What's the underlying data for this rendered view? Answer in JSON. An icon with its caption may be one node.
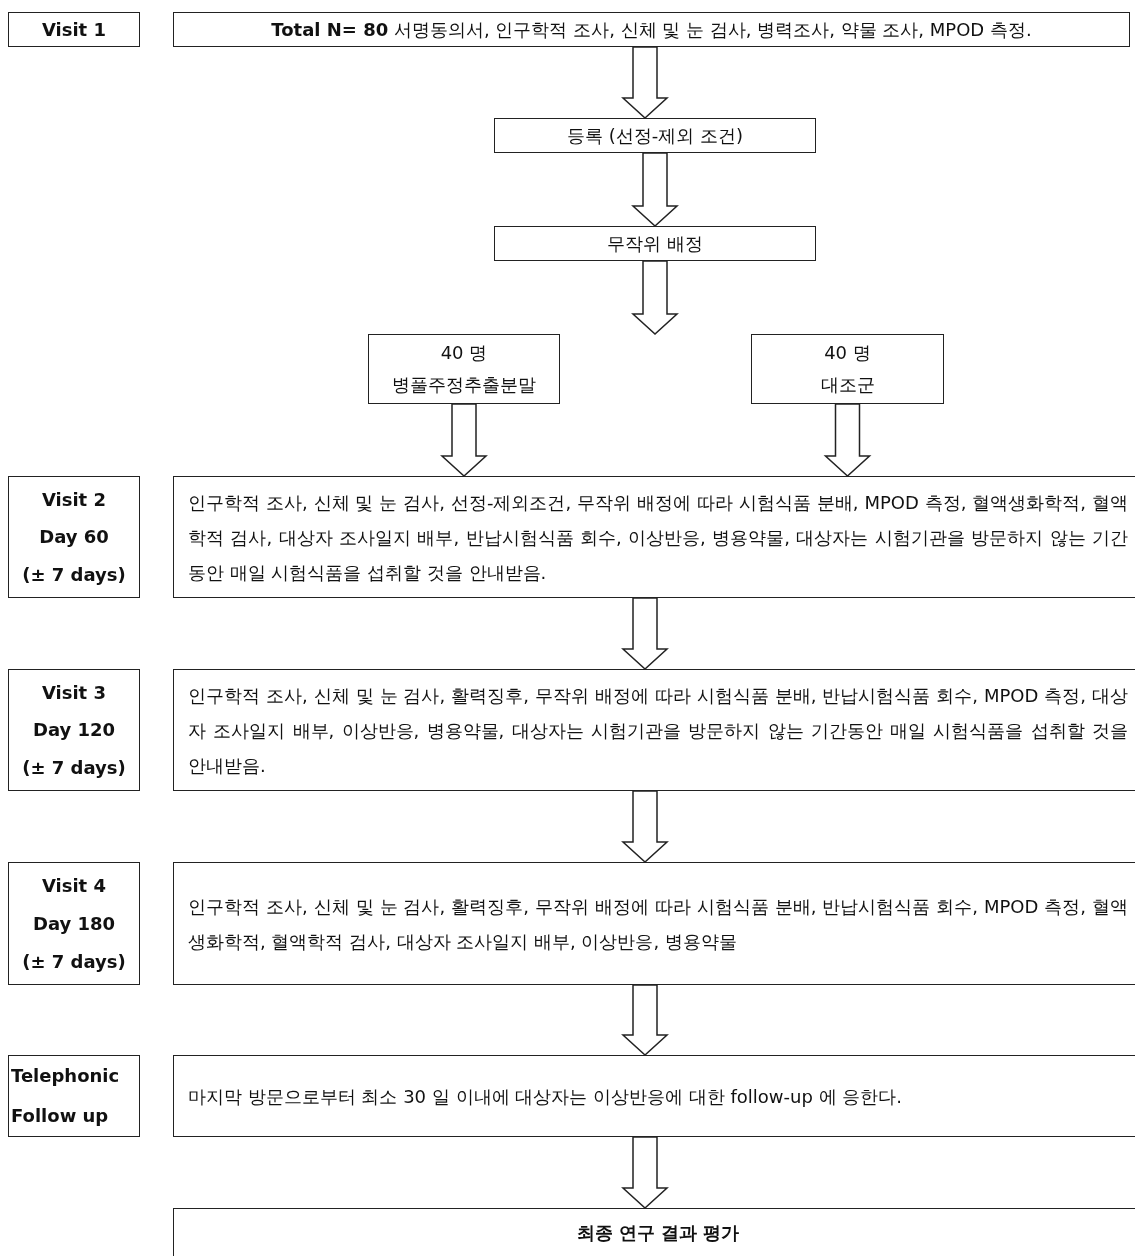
{
  "diagram": {
    "nodes": [
      {
        "text": [
          "Visit 1"
        ]
      },
      {
        "text": [
          "**Total N= 80** 서명동의서, 인구학적 조사, 신체 및 눈 검사, 병력조사, 약물 조사, MPOD 측정."
        ]
      },
      {
        "text": [
          "등록 (선정-제외 조건)"
        ]
      },
      {
        "text": [
          "무작위 배정"
        ]
      },
      {
        "text": [
          "40 명",
          "병풀주정추출분말"
        ]
      },
      {
        "text": [
          "40 명",
          "대조군"
        ]
      },
      {
        "text": [
          "Visit 2",
          "Day 60",
          "(± 7 days)"
        ]
      },
      {
        "text": [
          "인구학적 조사, 신체 및 눈 검사, 선정-제외조건, 무작위 배정에 따라 시험식품 분배, MPOD 측정, 혈액생화학적, 혈액학적 검사, 대상자 조사일지 배부, 반납시험식품 회수, 이상반응, 병용약물, 대상자는 시험기관을 방문하지 않는 기간동안 매일 시험식품을 섭취할 것을 안내받음."
        ]
      },
      {
        "text": [
          "Visit 3",
          "Day 120",
          "(± 7 days)"
        ]
      },
      {
        "text": [
          "인구학적 조사, 신체 및 눈 검사, 활력징후, 무작위 배정에 따라 시험식품 분배, 반납시험식품 회수, MPOD 측정, 대상자 조사일지 배부, 이상반응, 병용약물, 대상자는 시험기관을 방문하지 않는 기간동안 매일 시험식품을 섭취할 것을 안내받음."
        ]
      },
      {
        "text": [
          "Visit 4",
          "Day 180",
          "(± 7 days)"
        ]
      },
      {
        "text": [
          "인구학적 조사, 신체 및 눈 검사, 활력징후, 무작위 배정에 따라 시험식품 분배, 반납시험식품 회수, MPOD 측정, 혈액생화학적, 혈액학적 검사, 대상자 조사일지 배부, 이상반응, 병용약물"
        ]
      },
      {
        "text": [
          "Telephonic Follow up"
        ]
      },
      {
        "text": [
          "마지막 방문으로부터 최소 30 일 이내에 대상자는 이상반응에 대한 follow-up 에 응한다."
        ]
      },
      {
        "text": [
          "최종 연구 결과 평가"
        ]
      }
    ],
    "edges": [
      {
        "from": 1,
        "to": 2,
        "arrow": "to"
      },
      {
        "from": 2,
        "to": 3,
        "arrow": "to"
      },
      {
        "from": 3,
        "to": 4,
        "arrow": "to"
      },
      {
        "from": 3,
        "to": 5,
        "arrow": "to"
      },
      {
        "from": 4,
        "to": 7,
        "arrow": "to"
      },
      {
        "from": 5,
        "to": 7,
        "arrow": "to"
      },
      {
        "from": 7,
        "to": 9,
        "arrow": "to"
      },
      {
        "from": 9,
        "to": 11,
        "arrow": "to"
      },
      {
        "from": 11,
        "to": 13,
        "arrow": "to"
      },
      {
        "from": 13,
        "to": 14,
        "arrow": "to"
      }
    ]
  }
}
